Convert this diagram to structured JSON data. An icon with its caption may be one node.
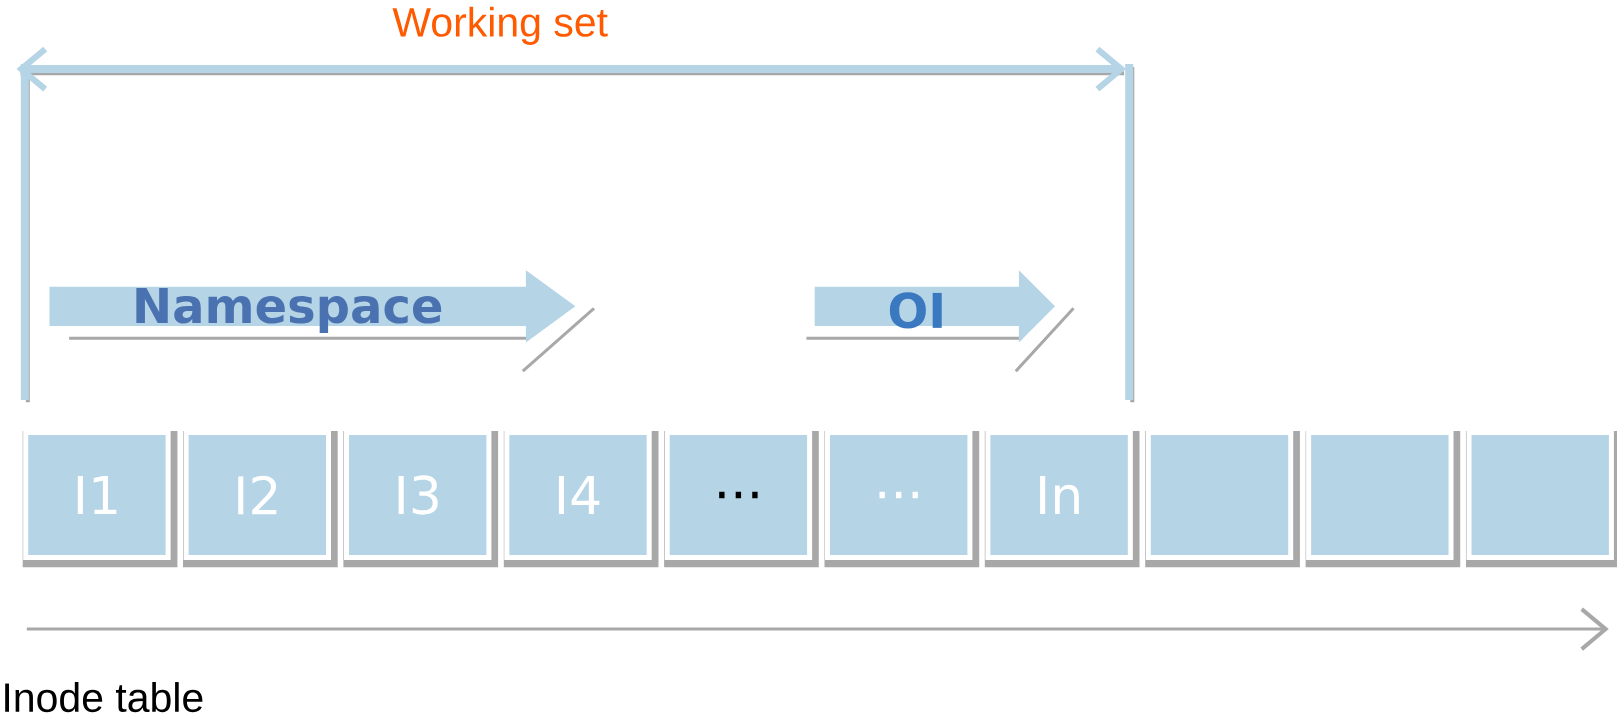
{
  "diagram": {
    "nodes": [
      {
        "text": [
          "Namespace"
        ]
      },
      {
        "text": [
          "OI"
        ]
      },
      {
        "text": [
          "I1"
        ]
      },
      {
        "text": [
          "I2"
        ]
      },
      {
        "text": [
          "I3"
        ]
      },
      {
        "text": [
          "I4"
        ]
      },
      {
        "text": [
          "..."
        ]
      },
      {
        "text": [
          "..."
        ]
      },
      {
        "text": [
          "In"
        ]
      },
      {
        "text": [],
        "shape": "box"
      },
      {
        "text": [],
        "shape": "box"
      },
      {
        "text": [],
        "shape": "box"
      }
    ],
    "labels": [
      "Working set",
      "Inode table"
    ]
  }
}
